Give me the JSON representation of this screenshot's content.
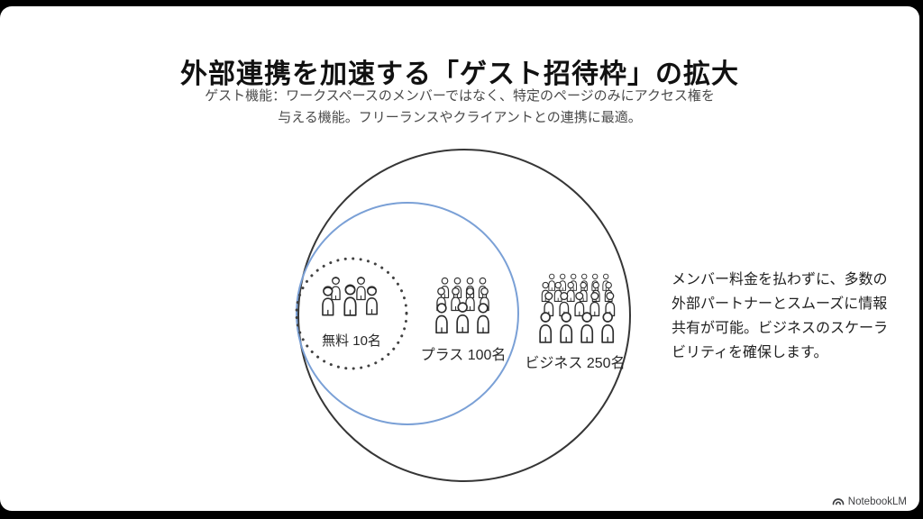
{
  "slide": {
    "title": "外部連携を加速する「ゲスト招待枠」の拡大",
    "subtitle": "ゲスト機能：ワークスペースのメンバーではなく、特定のページのみにアクセス権を\n与える機能。フリーランスやクライアントとの連携に最適。",
    "side_note": "メンバー料金を払わずに、多数の\n外部パートナーとスムーズに情報\n共有が可能。ビジネスのスケーラ\nビリティを確保します。"
  },
  "diagram": {
    "type": "nested-circles",
    "tiers": [
      {
        "plan": "無料",
        "capacity": "10名",
        "label": "無料 10名",
        "icon": "people-group-small-icon",
        "ring": "dotted-dark"
      },
      {
        "plan": "プラス",
        "capacity": "100名",
        "label": "プラス 100名",
        "icon": "people-group-medium-icon",
        "ring": "solid-blue"
      },
      {
        "plan": "ビジネス",
        "capacity": "250名",
        "label": "ビジネス 250名",
        "icon": "people-group-large-icon",
        "ring": "solid-dark"
      }
    ],
    "colors": {
      "outer_ring": "#363636",
      "middle_ring": "#7aa0d6",
      "inner_ring": "#414141"
    }
  },
  "footer": {
    "brand": "NotebookLM",
    "icon": "notebooklm-logo-icon"
  }
}
